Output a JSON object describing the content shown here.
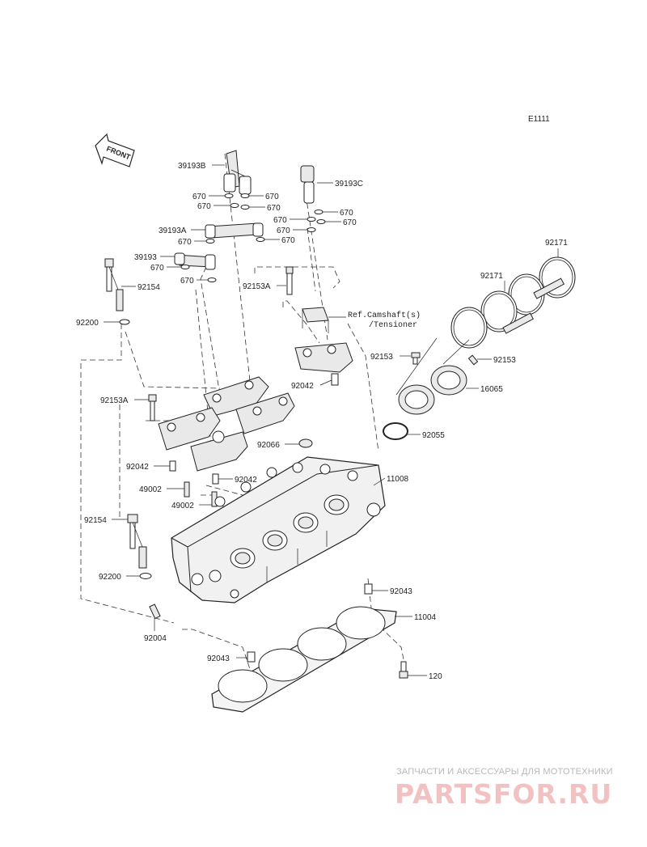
{
  "diagram_code": "E1111",
  "front_label": "FRONT",
  "reference_note_line1": "Ref.Camshaft(s)",
  "reference_note_line2": "/Tensioner",
  "part_labels": {
    "p39193B": "39193B",
    "p39193C": "39193C",
    "p39193A": "39193A",
    "p39193": "39193",
    "p670_a": "670",
    "p670_b": "670",
    "p670_c": "670",
    "p670_d": "670",
    "p670_e": "670",
    "p670_f": "670",
    "p670_g": "670",
    "p670_h": "670",
    "p670_i": "670",
    "p670_j": "670",
    "p670_k": "670",
    "p92154_top": "92154",
    "p92153A_top": "92153A",
    "p92200_top": "92200",
    "p92171_a": "92171",
    "p92171_b": "92171",
    "p92153_a": "92153",
    "p92153_b": "92153",
    "p92042_a": "92042",
    "p16065": "16065",
    "p92153A_mid": "92153A",
    "p92066": "92066",
    "p92055": "92055",
    "p92042_b": "92042",
    "p11008": "11008",
    "p49002_a": "49002",
    "p92042_c": "92042",
    "p49002_b": "49002",
    "p92154_bot": "92154",
    "p92200_bot": "92200",
    "p92043_a": "92043",
    "p11004": "11004",
    "p92004": "92004",
    "p92043_b": "92043",
    "p120": "120"
  },
  "watermark": {
    "tagline": "ЗАПЧАСТИ И АКСЕССУАРЫ ДЛЯ МОТОТЕХНИКИ",
    "logo": "PARTSFOR.RU"
  }
}
